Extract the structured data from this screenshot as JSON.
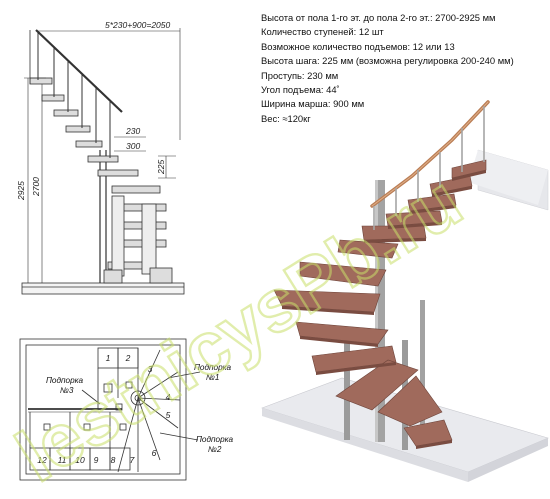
{
  "specs": [
    "Высота от пола 1-го эт. до пола 2-го эт.: 2700-2925 мм",
    "Количество ступеней: 12 шт",
    "Возможное количество подъемов: 12 или 13",
    "Высота шага: 225 мм (возможна регулировка 200-240 мм)",
    "Проступь: 230 мм",
    "Угол подъема: 44˚",
    "Ширина марша: 900 мм",
    "Вес: ≈120кг"
  ],
  "elevation": {
    "top_dimension": "5*230+900=2050",
    "dim_230": "230",
    "dim_300": "300",
    "dim_225": "225",
    "dim_2925": "2925",
    "dim_2700": "2700"
  },
  "plan": {
    "step_numbers": [
      "1",
      "2",
      "3",
      "4",
      "5",
      "6",
      "7",
      "8",
      "9",
      "10",
      "11",
      "12"
    ],
    "support_1": [
      "Подпорка",
      "№1"
    ],
    "support_2": [
      "Подпорка",
      "№2"
    ],
    "support_3": [
      "Подпорка",
      "№3"
    ]
  },
  "watermark": "lestnicysPb.ru",
  "colors": {
    "tread": "#a06a5c",
    "tread_edge": "#6e443a",
    "metal": "#9a9a9a",
    "watermark": "#c9e06a"
  }
}
